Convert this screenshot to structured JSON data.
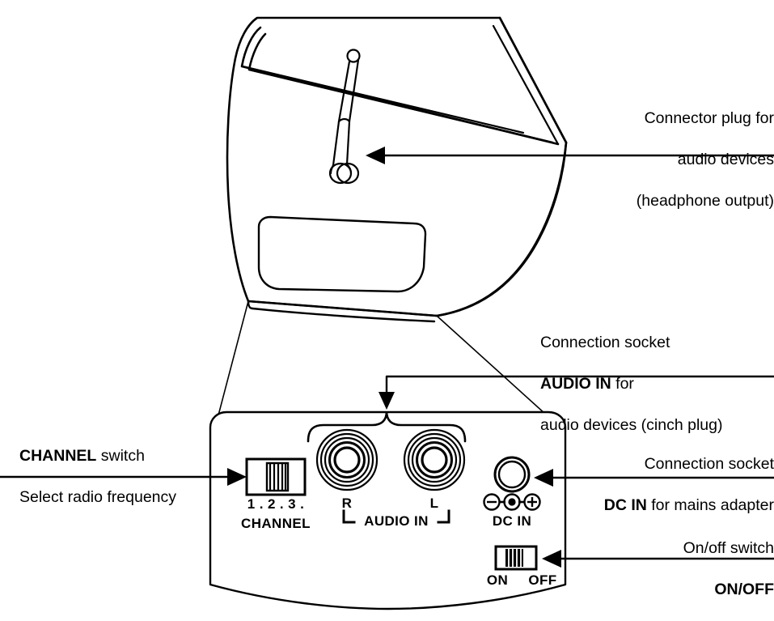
{
  "document": {
    "type": "product-connection-diagram",
    "subject": "Wireless speaker / transmitter rear panel",
    "ink_color": "#000000",
    "background_color": "#ffffff"
  },
  "callouts": [
    {
      "id": "headphone-output",
      "align": "right",
      "lines": [
        {
          "text": "Connector plug for",
          "bold": false
        },
        {
          "text": "audio devices",
          "bold": false
        },
        {
          "text": "(headphone output)",
          "bold": false
        }
      ],
      "plain_text": "Connector plug for audio devices (headphone output)"
    },
    {
      "id": "audio-in",
      "align": "left",
      "lines": [
        {
          "text": "Connection socket",
          "bold": false
        },
        {
          "text": "AUDIO IN",
          "bold": true,
          "suffix": " for"
        },
        {
          "text": "audio devices (cinch plug)",
          "bold": false
        }
      ],
      "plain_text": "Connection socket AUDIO IN for audio devices (cinch plug)"
    },
    {
      "id": "dc-in",
      "align": "right",
      "lines": [
        {
          "text": "Connection socket",
          "bold": false
        },
        {
          "text": "DC IN",
          "bold": true,
          "suffix": " for mains adapter"
        }
      ],
      "plain_text": "Connection socket DC IN for mains adapter"
    },
    {
      "id": "on-off",
      "align": "right",
      "lines": [
        {
          "text": "On/off switch",
          "bold": false
        },
        {
          "text": "ON/OFF",
          "bold": true
        }
      ],
      "plain_text": "On/off switch ON/OFF"
    },
    {
      "id": "channel",
      "align": "left",
      "lines": [
        {
          "text": "CHANNEL",
          "bold": true,
          "suffix": " switch"
        },
        {
          "text": "Select radio frequency",
          "bold": false
        }
      ],
      "plain_text": "CHANNEL switch Select radio frequency"
    }
  ],
  "panel_labels": {
    "channel_positions": "1 . 2 . 3 .",
    "channel_name": "CHANNEL",
    "rca_right": "R",
    "rca_left": "L",
    "audio_in": "AUDIO IN",
    "dc_in": "DC IN",
    "switch_on": "ON",
    "switch_off": "OFF"
  },
  "icons": {
    "headphone_jack": "headphone-jack-icon",
    "rca_socket": "rca-socket-icon",
    "dc_socket": "dc-barrel-socket-icon",
    "polarity_negative": "minus-circle-icon",
    "polarity_center": "center-pin-icon",
    "polarity_positive": "plus-circle-icon",
    "channel_slider": "slide-switch-icon",
    "power_slider": "slide-switch-icon",
    "arrow": "arrow-left-icon",
    "brace": "curly-brace-icon"
  }
}
